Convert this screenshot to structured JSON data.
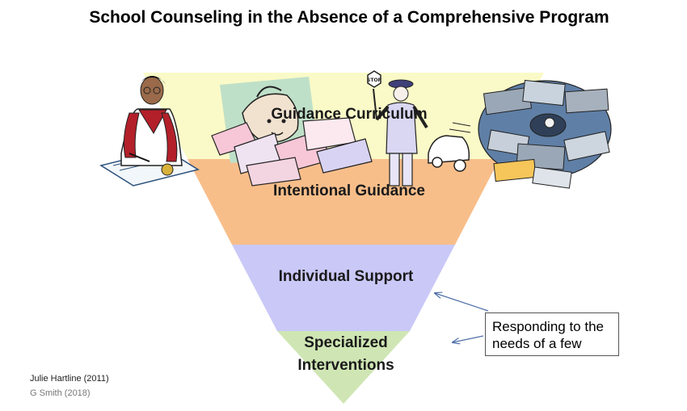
{
  "title": "School Counseling in the Absence of a Comprehensive Program",
  "layers": [
    {
      "label": "Guidance Curriculum",
      "color": "#fafac8"
    },
    {
      "label": "Intentional Guidance",
      "color": "#f8be8a"
    },
    {
      "label": "Individual Support",
      "color": "#c9c8f7"
    },
    {
      "label_lines": [
        "Specialized",
        "Interventions"
      ],
      "color": "#cfe6b4"
    }
  ],
  "callout": {
    "text": "Responding to the needs of a few",
    "border_color": "#555555"
  },
  "arrow_color": "#4f6fa8",
  "credits": [
    "Julie Hartline (2011)",
    "G Smith (2018)"
  ],
  "clipart": [
    "counselor-writing-icon",
    "overwhelmed-paperwork-icon",
    "crossing-guard-stop-sign-icon",
    "paper-pile-icon"
  ]
}
